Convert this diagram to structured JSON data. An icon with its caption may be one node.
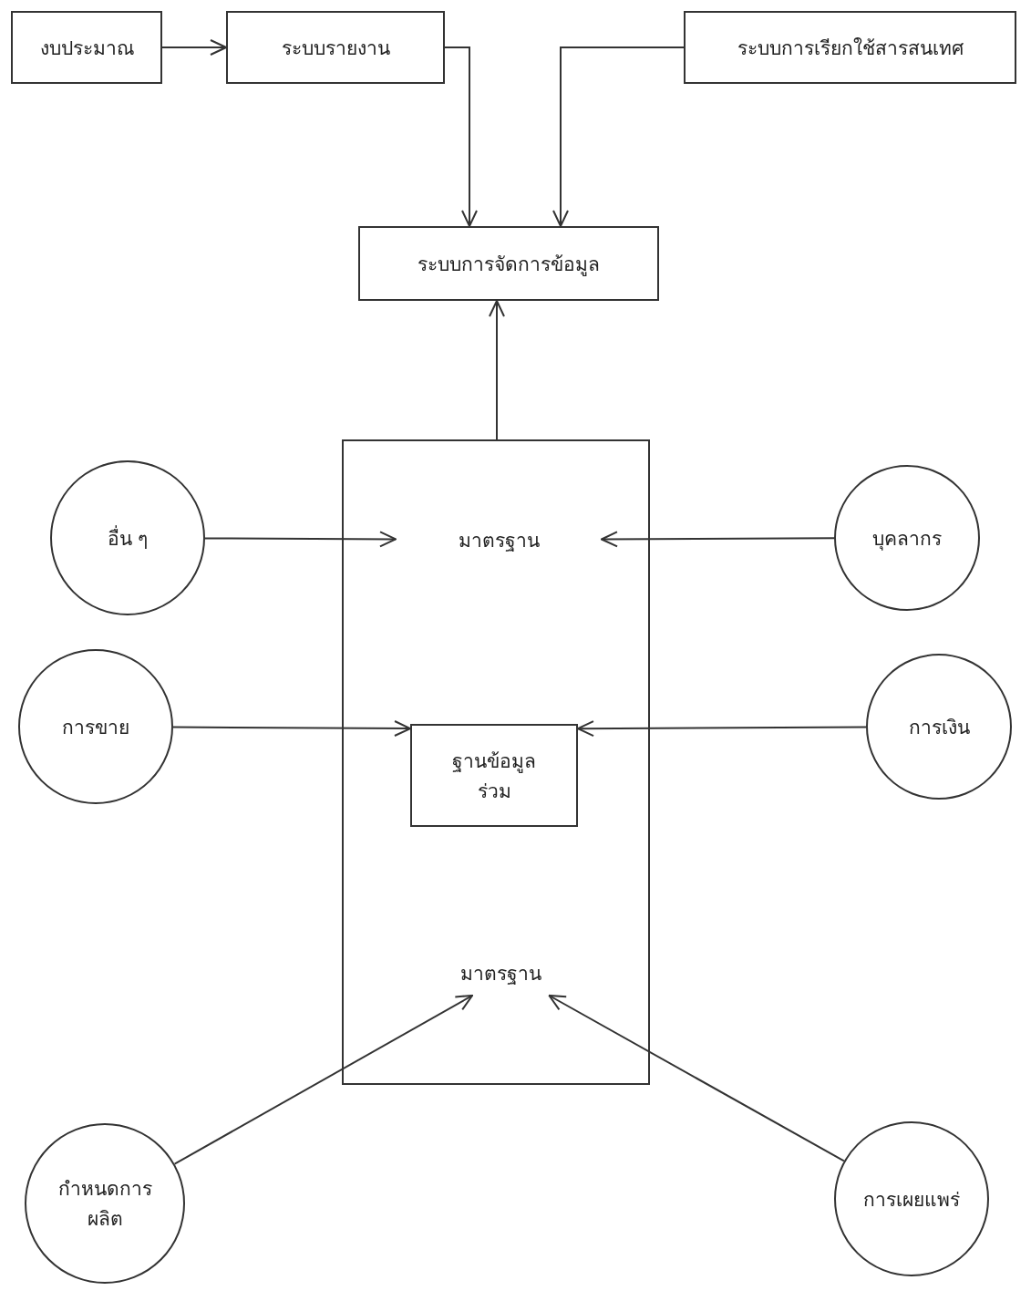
{
  "diagram": {
    "nodes": [
      {
        "text": [
          "งบประมาณ"
        ]
      },
      {
        "text": [
          "ระบบรายงาน"
        ]
      },
      {
        "text": [
          "ระบบการเรียกใช้สารสนเทศ"
        ]
      },
      {
        "text": [
          "ระบบการจัดการข้อมูล"
        ]
      },
      {
        "text": [],
        "shape": "box"
      },
      {
        "text": [
          "มาตรฐาน"
        ],
        "in": 4
      },
      {
        "text": [
          "ฐานข้อมูลร่วม"
        ],
        "in": 4
      },
      {
        "text": [
          "มาตรฐาน"
        ],
        "in": 4
      },
      {
        "text": [
          "อื่น ๆ"
        ]
      },
      {
        "text": [
          "บุคลากร"
        ]
      },
      {
        "text": [
          "การขาย"
        ]
      },
      {
        "text": [
          "การเงิน"
        ]
      },
      {
        "text": [
          "กำหนดการผลิต"
        ]
      },
      {
        "text": [
          "การเผยแพร่"
        ]
      }
    ],
    "edges": [
      {
        "from": 0,
        "to": 1,
        "arrow": "to"
      },
      {
        "from": 1,
        "to": 3,
        "arrow": "to"
      },
      {
        "from": 2,
        "to": 3,
        "arrow": "to"
      },
      {
        "from": 4,
        "to": 3,
        "arrow": "to"
      },
      {
        "from": 8,
        "to": 5,
        "arrow": "to"
      },
      {
        "from": 9,
        "to": 5,
        "arrow": "to"
      },
      {
        "from": 10,
        "to": 6,
        "arrow": "to"
      },
      {
        "from": 11,
        "to": 6,
        "arrow": "to"
      },
      {
        "from": 12,
        "to": 7,
        "arrow": "to"
      },
      {
        "from": 13,
        "to": 7,
        "arrow": "to"
      }
    ]
  }
}
